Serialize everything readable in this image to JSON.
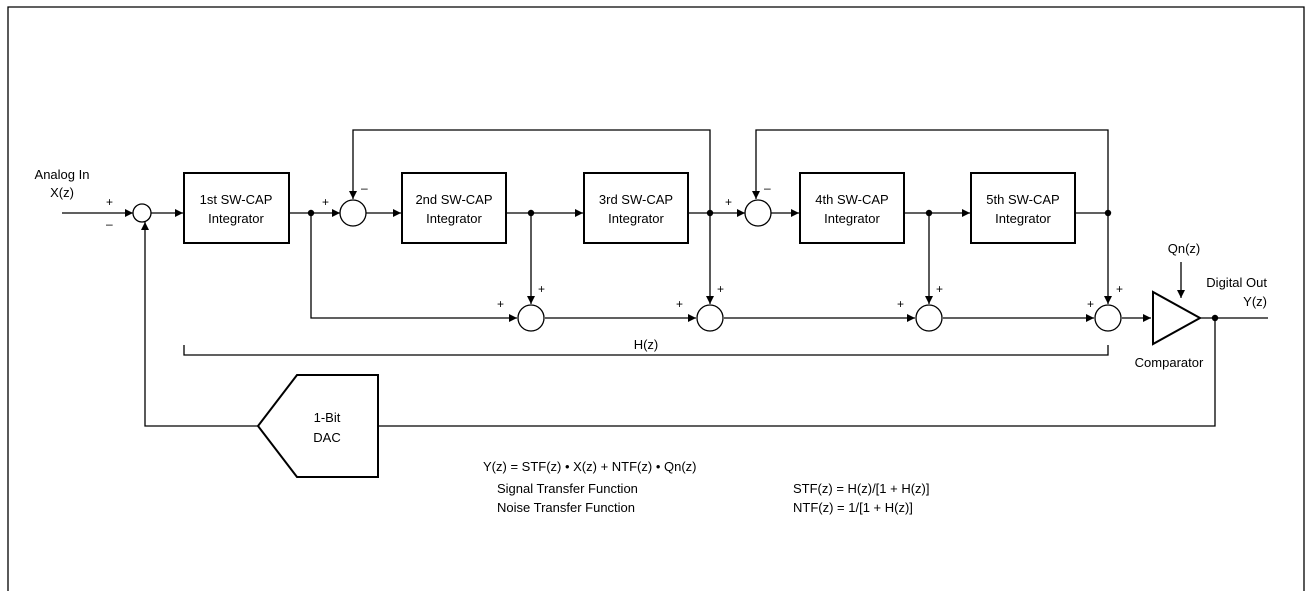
{
  "input": {
    "line1": "Analog In",
    "line2": "X(z)"
  },
  "output": {
    "line1": "Digital Out",
    "line2": "Y(z)"
  },
  "blocks": {
    "int1": {
      "line1": "1st SW-CAP",
      "line2": "Integrator"
    },
    "int2": {
      "line1": "2nd SW-CAP",
      "line2": "Integrator"
    },
    "int3": {
      "line1": "3rd SW-CAP",
      "line2": "Integrator"
    },
    "int4": {
      "line1": "4th SW-CAP",
      "line2": "Integrator"
    },
    "int5": {
      "line1": "5th SW-CAP",
      "line2": "Integrator"
    },
    "dac": {
      "line1": "1-Bit",
      "line2": "DAC"
    }
  },
  "comparator": {
    "label": "Comparator",
    "noise": "Qn(z)"
  },
  "hz_label": "H(z)",
  "signs": {
    "plus": "+",
    "minus": "–"
  },
  "equations": {
    "main": "Y(z) = STF(z) • X(z) + NTF(z) • Qn(z)",
    "stf_name": "Signal Transfer Function",
    "ntf_name": "Noise Transfer Function",
    "stf": "STF(z) = H(z)/[1 + H(z)]",
    "ntf": "NTF(z) = 1/[1 + H(z)]"
  }
}
